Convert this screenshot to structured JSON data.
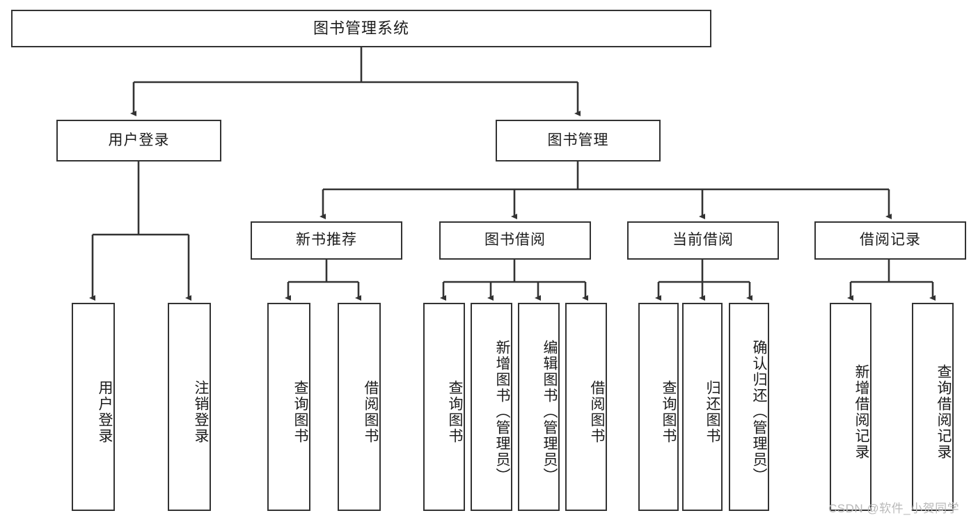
{
  "diagram": {
    "title": "图书管理系统",
    "type": "tree-hierarchy-diagram",
    "colors": {
      "box_border": "#333333",
      "box_fill": "#ffffff",
      "connector": "#333333",
      "text": "#1b1b1b",
      "watermark": "#b9b9b9",
      "background": "#ffffff"
    },
    "watermark": "CSDN @软件_小贺同学",
    "levels": {
      "root": {
        "label": "图书管理系统"
      },
      "level2": [
        {
          "label": "用户登录"
        },
        {
          "label": "图书管理"
        }
      ],
      "level3": [
        {
          "label": "新书推荐"
        },
        {
          "label": "图书借阅"
        },
        {
          "label": "当前借阅"
        },
        {
          "label": "借阅记录"
        }
      ],
      "leaves": {
        "user_login": [
          {
            "label": "用户登录"
          },
          {
            "label": "注销登录"
          }
        ],
        "new_book_recommend": [
          {
            "label": "查询图书"
          },
          {
            "label": "借阅图书"
          }
        ],
        "book_borrow": [
          {
            "label": "查询图书"
          },
          {
            "label": "新增图书（管理员）"
          },
          {
            "label": "编辑图书（管理员）"
          },
          {
            "label": "借阅图书"
          }
        ],
        "current_borrow": [
          {
            "label": "查询图书"
          },
          {
            "label": "归还图书"
          },
          {
            "label": "确认归还（管理员）"
          }
        ],
        "borrow_record": [
          {
            "label": "新增借阅记录"
          },
          {
            "label": "查询借阅记录"
          }
        ]
      }
    }
  }
}
